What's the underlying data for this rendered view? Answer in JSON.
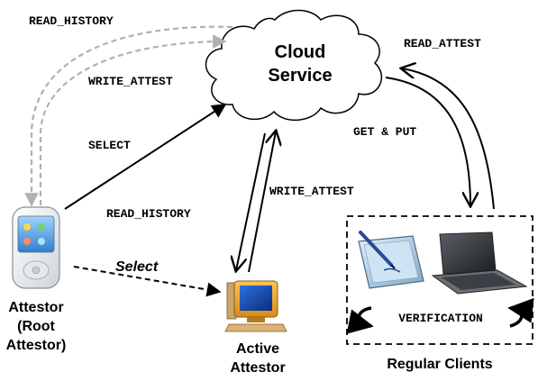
{
  "cloud": {
    "line1": "Cloud",
    "line2": "Service"
  },
  "attestor": {
    "line1": "Attestor",
    "line2": "(Root",
    "line3": "Attestor)"
  },
  "active_attestor": {
    "line1": "Active",
    "line2": "Attestor"
  },
  "regular_clients": {
    "label": "Regular Clients",
    "verification": "VERIFICATION"
  },
  "edges": {
    "read_history_top": "READ_HISTORY",
    "write_attest_left": "WRITE_ATTEST",
    "read_attest_right": "READ_ATTEST",
    "get_put": "GET & PUT",
    "select": "SELECT",
    "read_history_mid": "READ_HISTORY",
    "write_attest_mid": "WRITE_ATTEST",
    "select_italic": "Select"
  },
  "colors": {
    "dashed_gray": "#b0b0b0",
    "line": "#000000"
  }
}
